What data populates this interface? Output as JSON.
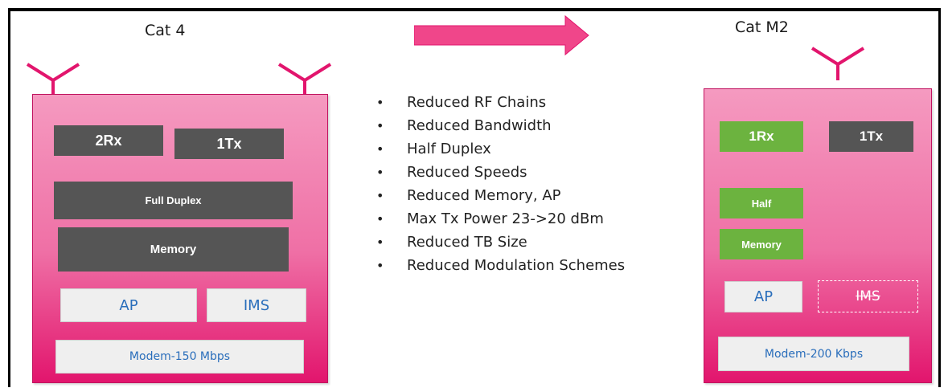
{
  "left_device": {
    "title": "Cat 4",
    "blocks": {
      "rx": "2Rx",
      "tx": "1Tx",
      "duplex": "Full Duplex",
      "memory": "Memory",
      "ap": "AP",
      "ims": "IMS",
      "modem": "Modem-150 Mbps"
    }
  },
  "right_device": {
    "title": "Cat M2",
    "blocks": {
      "rx": "1Rx",
      "tx": "1Tx",
      "duplex": "Half",
      "memory": "Memory",
      "ap": "AP",
      "ims": "IMS",
      "modem": "Modem-200 Kbps"
    }
  },
  "features": [
    "Reduced RF Chains",
    "Reduced Bandwidth",
    "Half Duplex",
    "Reduced Speeds",
    "Reduced Memory, AP",
    "Max Tx Power 23->20 dBm",
    "Reduced TB Size",
    "Reduced Modulation Schemes"
  ],
  "bullet": "•",
  "colors": {
    "device_gradient_top": "#f59ac0",
    "device_gradient_bottom": "#e2156d",
    "antenna": "#e2156d",
    "arrow": "#f0468a",
    "dark_block": "#555555",
    "green_block": "#6cb33f",
    "light_block": "#efefef",
    "light_text": "#2a6ebb"
  }
}
